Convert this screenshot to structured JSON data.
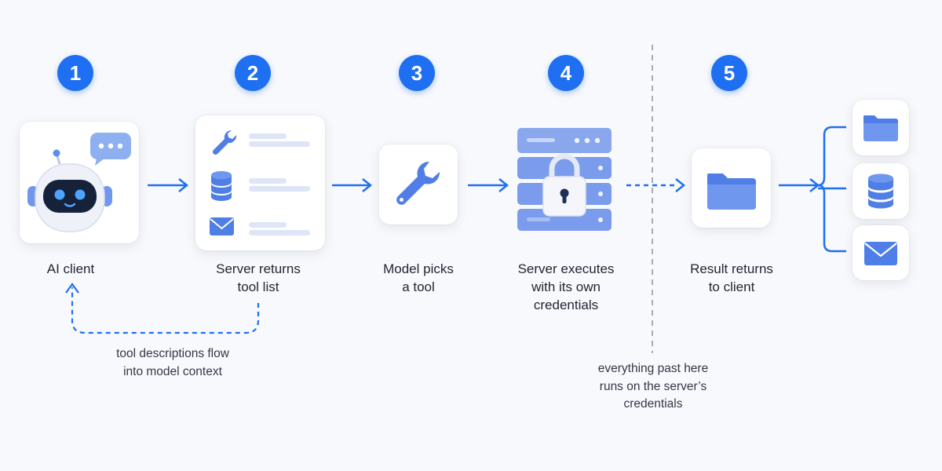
{
  "colors": {
    "accent": "#1f6ff2",
    "icon_blue": "#4f7fe6",
    "background": "#f8f9fc",
    "divider": "#a8acb5"
  },
  "steps": [
    {
      "number": "1",
      "label": "AI client",
      "icon": "robot-icon"
    },
    {
      "number": "2",
      "label": "Server returns\ntool list",
      "icons": [
        "wrench-icon",
        "database-icon",
        "envelope-icon"
      ]
    },
    {
      "number": "3",
      "label": "Model picks\na tool",
      "icon": "wrench-icon"
    },
    {
      "number": "4",
      "label": "Server executes\nwith its own\ncredentials",
      "icon": "locked-server-icon"
    },
    {
      "number": "5",
      "label": "Result returns\nto client",
      "icon": "folder-icon"
    }
  ],
  "destinations": [
    "folder-icon",
    "database-icon",
    "envelope-icon"
  ],
  "notes": {
    "feedback": "tool descriptions flow\ninto model context",
    "boundary": "everything past here\nruns on the server’s\ncredentials"
  }
}
